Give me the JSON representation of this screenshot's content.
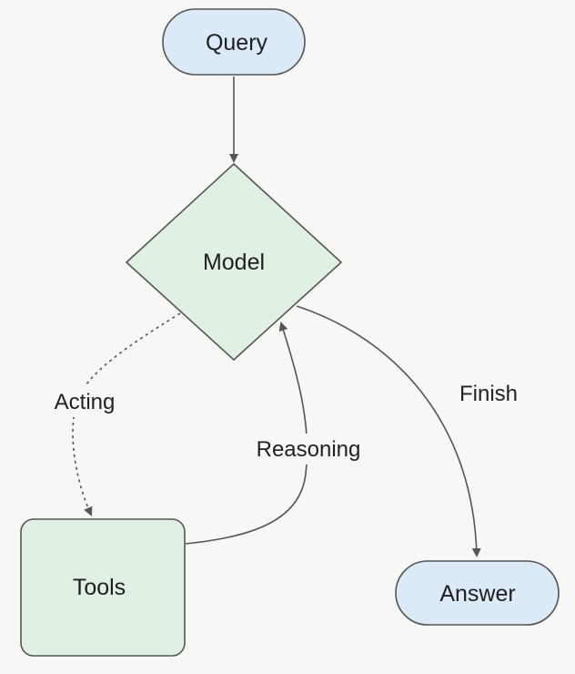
{
  "nodes": {
    "query": "Query",
    "model": "Model",
    "tools": "Tools",
    "answer": "Answer"
  },
  "edges": {
    "acting": "Acting",
    "reasoning": "Reasoning",
    "finish": "Finish"
  },
  "colors": {
    "background": "#f7f7f6",
    "terminal_fill": "#dce9f7",
    "process_fill": "#e0f0e2",
    "stroke": "#555555"
  }
}
